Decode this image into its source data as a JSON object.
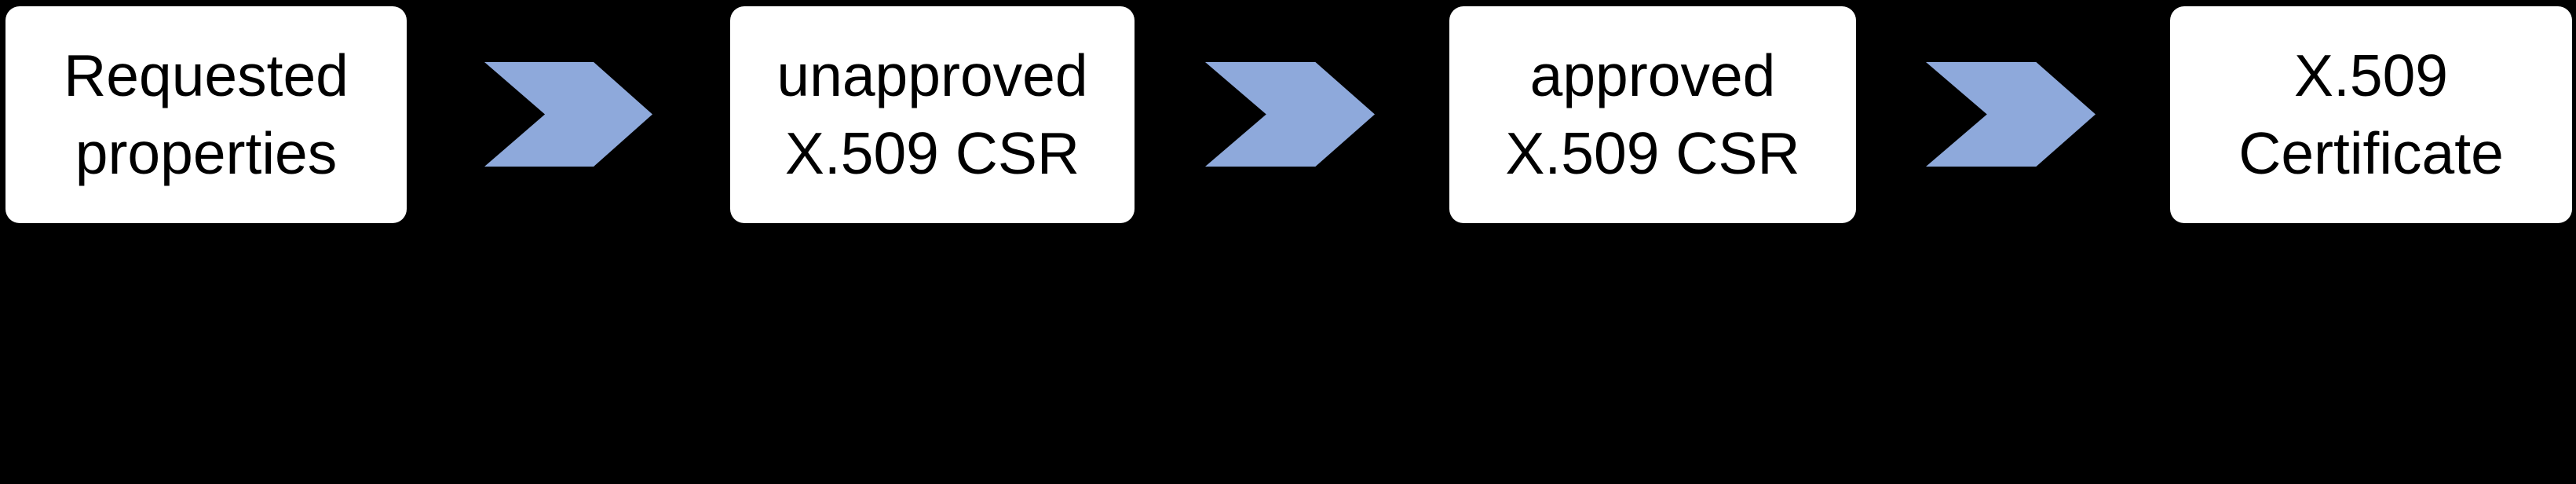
{
  "diagram": {
    "type": "process-flow",
    "direction": "left-to-right",
    "steps": [
      {
        "label": "Requested properties",
        "lines": [
          "Requested",
          "properties"
        ]
      },
      {
        "label": "unapproved X.509 CSR",
        "lines": [
          "unapproved",
          "X.509 CSR"
        ]
      },
      {
        "label": "approved X.509 CSR",
        "lines": [
          "approved",
          "X.509 CSR"
        ]
      },
      {
        "label": "X.509 Certificate",
        "lines": [
          "X.509",
          "Certificate"
        ]
      }
    ],
    "connectors": [
      {
        "type": "chevron-right"
      },
      {
        "type": "chevron-right"
      },
      {
        "type": "chevron-right"
      }
    ]
  },
  "colors": {
    "background": "#000000",
    "box_fill": "#ffffff",
    "text": "#000000",
    "chevron_fill": "#8ea9db"
  }
}
